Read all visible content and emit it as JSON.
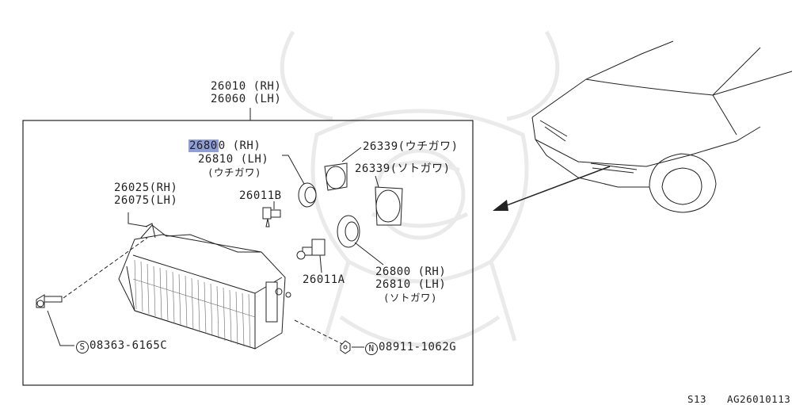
{
  "watermark": "samurai-helmet-logo",
  "main_part": {
    "line1": "26010 (RH)",
    "line2": "26060 (LH)"
  },
  "inner_bulb_holder": {
    "hl": "2680",
    "rest": "0 (RH)",
    "line2": "26810 (LH)",
    "line3": "(ウチガワ)"
  },
  "inner_cap": "26339(ウチガワ)",
  "outer_cap": "26339(ソトガワ)",
  "lens": {
    "line1": "26025(RH)",
    "line2": "26075(LH)"
  },
  "bulb_b": "26011B",
  "bulb_a": "26011A",
  "outer_holder": {
    "line1": "26800 (RH)",
    "line2": "26810 (LH)",
    "line3": "(ソトガワ)"
  },
  "screw": {
    "symbol": "S",
    "part": "08363-6165C"
  },
  "nut": {
    "symbol": "N",
    "part": "08911-1062G"
  },
  "footer": {
    "model": "S13",
    "code": "AG26010113"
  },
  "colors": {
    "highlight": "#8f9ed6",
    "line": "#222222",
    "watermark": "#ececec"
  }
}
